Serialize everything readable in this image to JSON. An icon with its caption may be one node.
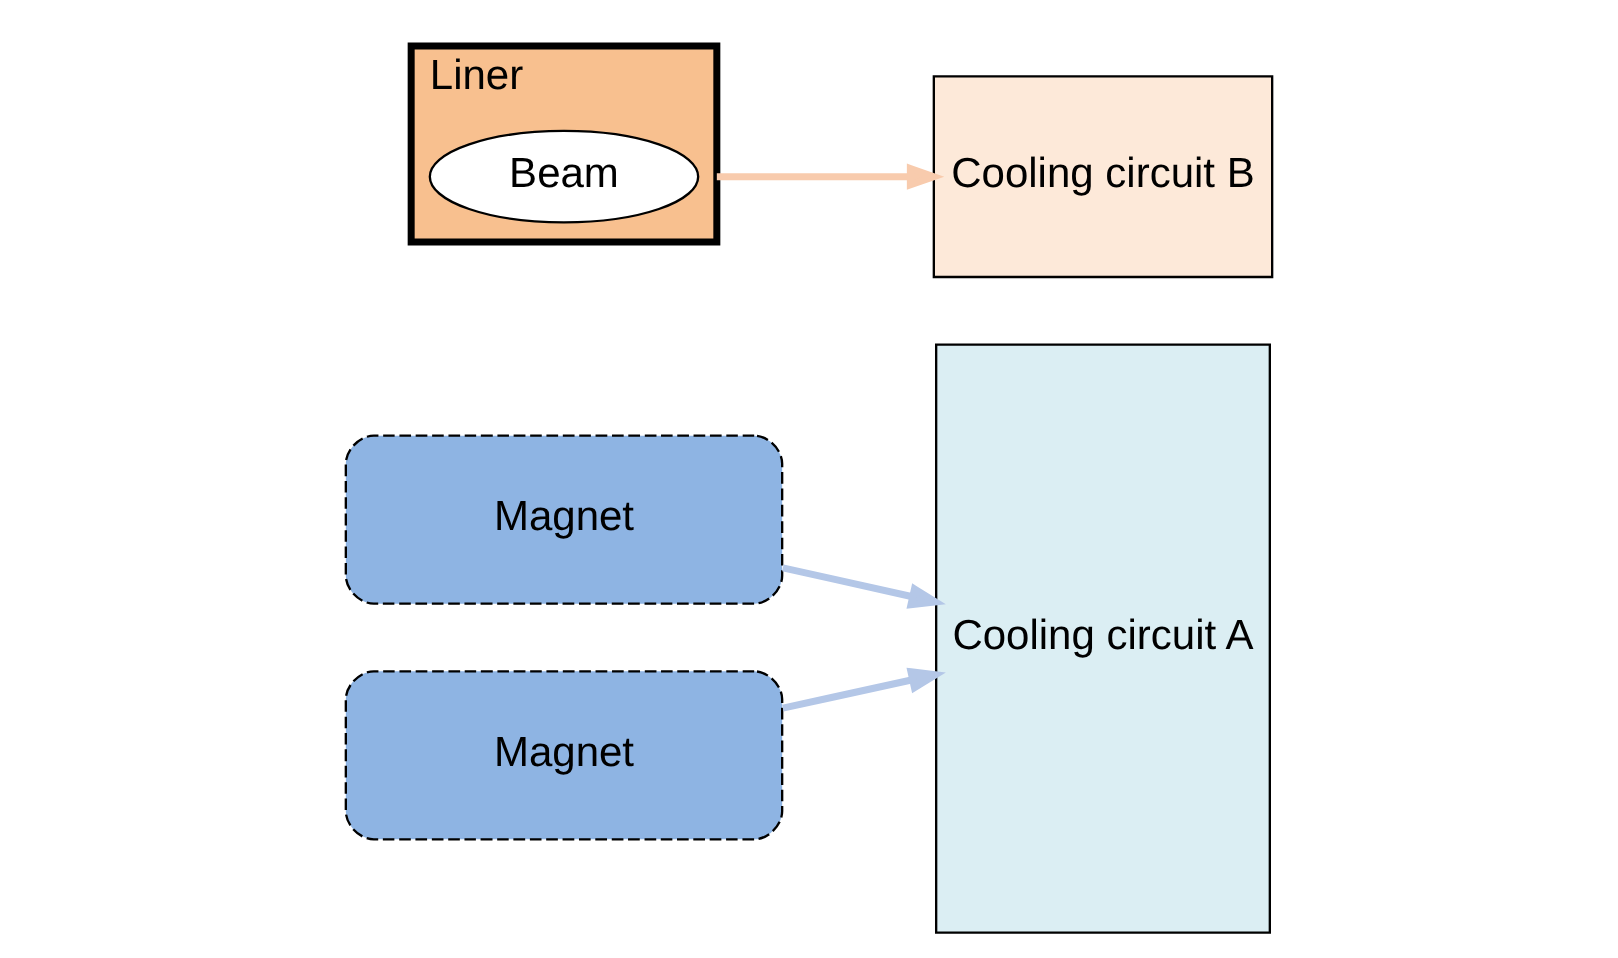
{
  "diagram": {
    "nodes": [
      {
        "text": [
          "Magnet"
        ]
      },
      {
        "text": [
          "Liner"
        ]
      },
      {
        "text": [
          "Beam"
        ],
        "in": 1
      },
      {
        "text": [
          "Magnet"
        ]
      },
      {
        "text": [
          "Cooling circuit B"
        ]
      },
      {
        "text": [
          "Cooling circuit A"
        ]
      }
    ],
    "edges": [
      {
        "from": 0,
        "to": 5,
        "arrow": "to"
      },
      {
        "from": 1,
        "to": 4,
        "arrow": "to",
        "color": "#f8cbad"
      },
      {
        "from": 3,
        "to": 5,
        "arrow": "to"
      }
    ]
  }
}
